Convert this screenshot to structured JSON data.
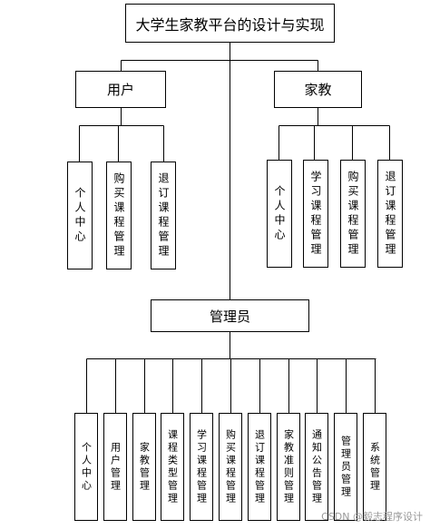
{
  "title": "大学生家教平台的设计与实现",
  "user": {
    "label": "用户",
    "children": [
      "个人中心",
      "购买课程管理",
      "退订课程管理"
    ]
  },
  "tutor": {
    "label": "家教",
    "children": [
      "个人中心",
      "学习课程管理",
      "购买课程管理",
      "退订课程管理"
    ]
  },
  "admin": {
    "label": "管理员",
    "children": [
      "个人中心",
      "用户管理",
      "家教管理",
      "课程类型管理",
      "学习课程管理",
      "购买课程管理",
      "退订课程管理",
      "家教准则管理",
      "通知公告管理",
      "管理员管理",
      "系统管理"
    ]
  },
  "watermark": "CSDN @毅志程序设计"
}
